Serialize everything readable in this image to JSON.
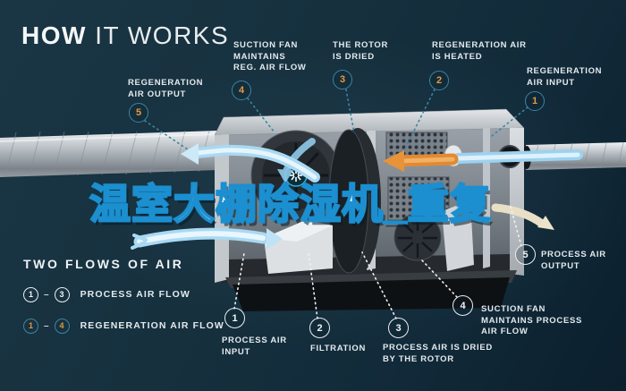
{
  "header": {
    "title_bold": "HOW",
    "title_light": "IT WORKS"
  },
  "watermark": {
    "text": "温室大棚除湿机_重复"
  },
  "callouts": {
    "regeneration": [
      {
        "num": "1",
        "label": "REGENERATION\nAIR INPUT"
      },
      {
        "num": "2",
        "label": "REGENERATION AIR\nIS HEATED"
      },
      {
        "num": "3",
        "label": "THE ROTOR\nIS DRIED"
      },
      {
        "num": "4",
        "label": "SUCTION FAN\nMAINTAINS\nREG. AIR FLOW"
      },
      {
        "num": "5",
        "label": "REGENERATION\nAIR OUTPUT"
      }
    ],
    "process": [
      {
        "num": "1",
        "label": "PROCESS AIR\nINPUT"
      },
      {
        "num": "2",
        "label": "FILTRATION"
      },
      {
        "num": "3",
        "label": "PROCESS AIR IS DRIED\nBY THE ROTOR"
      },
      {
        "num": "4",
        "label": "SUCTION FAN\nMAINTAINS PROCESS\nAIR FLOW"
      },
      {
        "num": "5",
        "label": "PROCESS AIR\nOUTPUT"
      }
    ]
  },
  "legend": {
    "title": "TWO FLOWS OF AIR",
    "separator": "–",
    "rows": [
      {
        "from": "1",
        "to": "3",
        "label": "PROCESS AIR FLOW"
      },
      {
        "from": "1",
        "to": "4",
        "label": "REGENERATION AIR FLOW"
      }
    ]
  },
  "colors": {
    "background": "#16303e",
    "accent_teal": "#3d84a3",
    "accent_orange": "#e09a44",
    "arrow_blue": "#a9d9f3",
    "heater_orange": "#e08a33",
    "watermark_stroke": "#1b8fd0",
    "text": "#e3eaee"
  }
}
